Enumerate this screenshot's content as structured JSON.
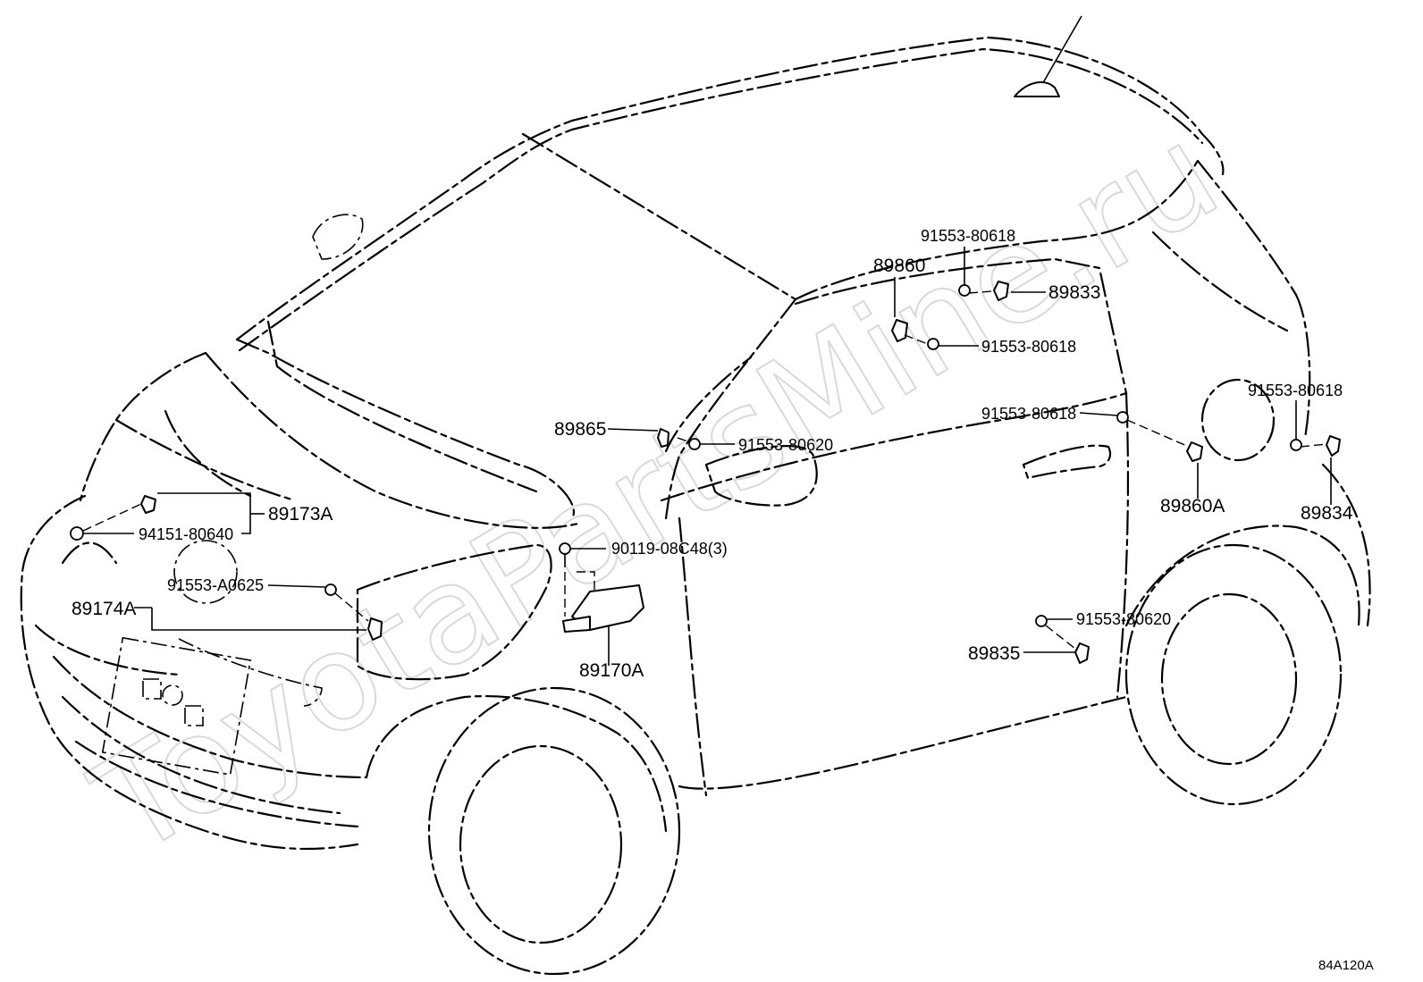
{
  "watermark": "ToyotaPartsMine.ru",
  "diagram_code": "84A120A",
  "callouts": {
    "p_91553_80618_top": "91553-80618",
    "p_89860": "89860",
    "p_89833": "89833",
    "p_91553_80618_mid": "91553-80618",
    "p_91553_80618_right": "91553-80618",
    "p_91553_80618_door": "91553-80618",
    "p_89865": "89865",
    "p_91553_80620_a": "91553-80620",
    "p_89173A": "89173A",
    "p_94151_80640": "94151-80640",
    "p_89860A": "89860A",
    "p_89834": "89834",
    "p_90119_08C48": "90119-08C48(3)",
    "p_89174A": "89174A",
    "p_91553_A0625": "91553-A0625",
    "p_91553_80620_b": "91553-80620",
    "p_89835": "89835",
    "p_89170A": "89170A"
  }
}
